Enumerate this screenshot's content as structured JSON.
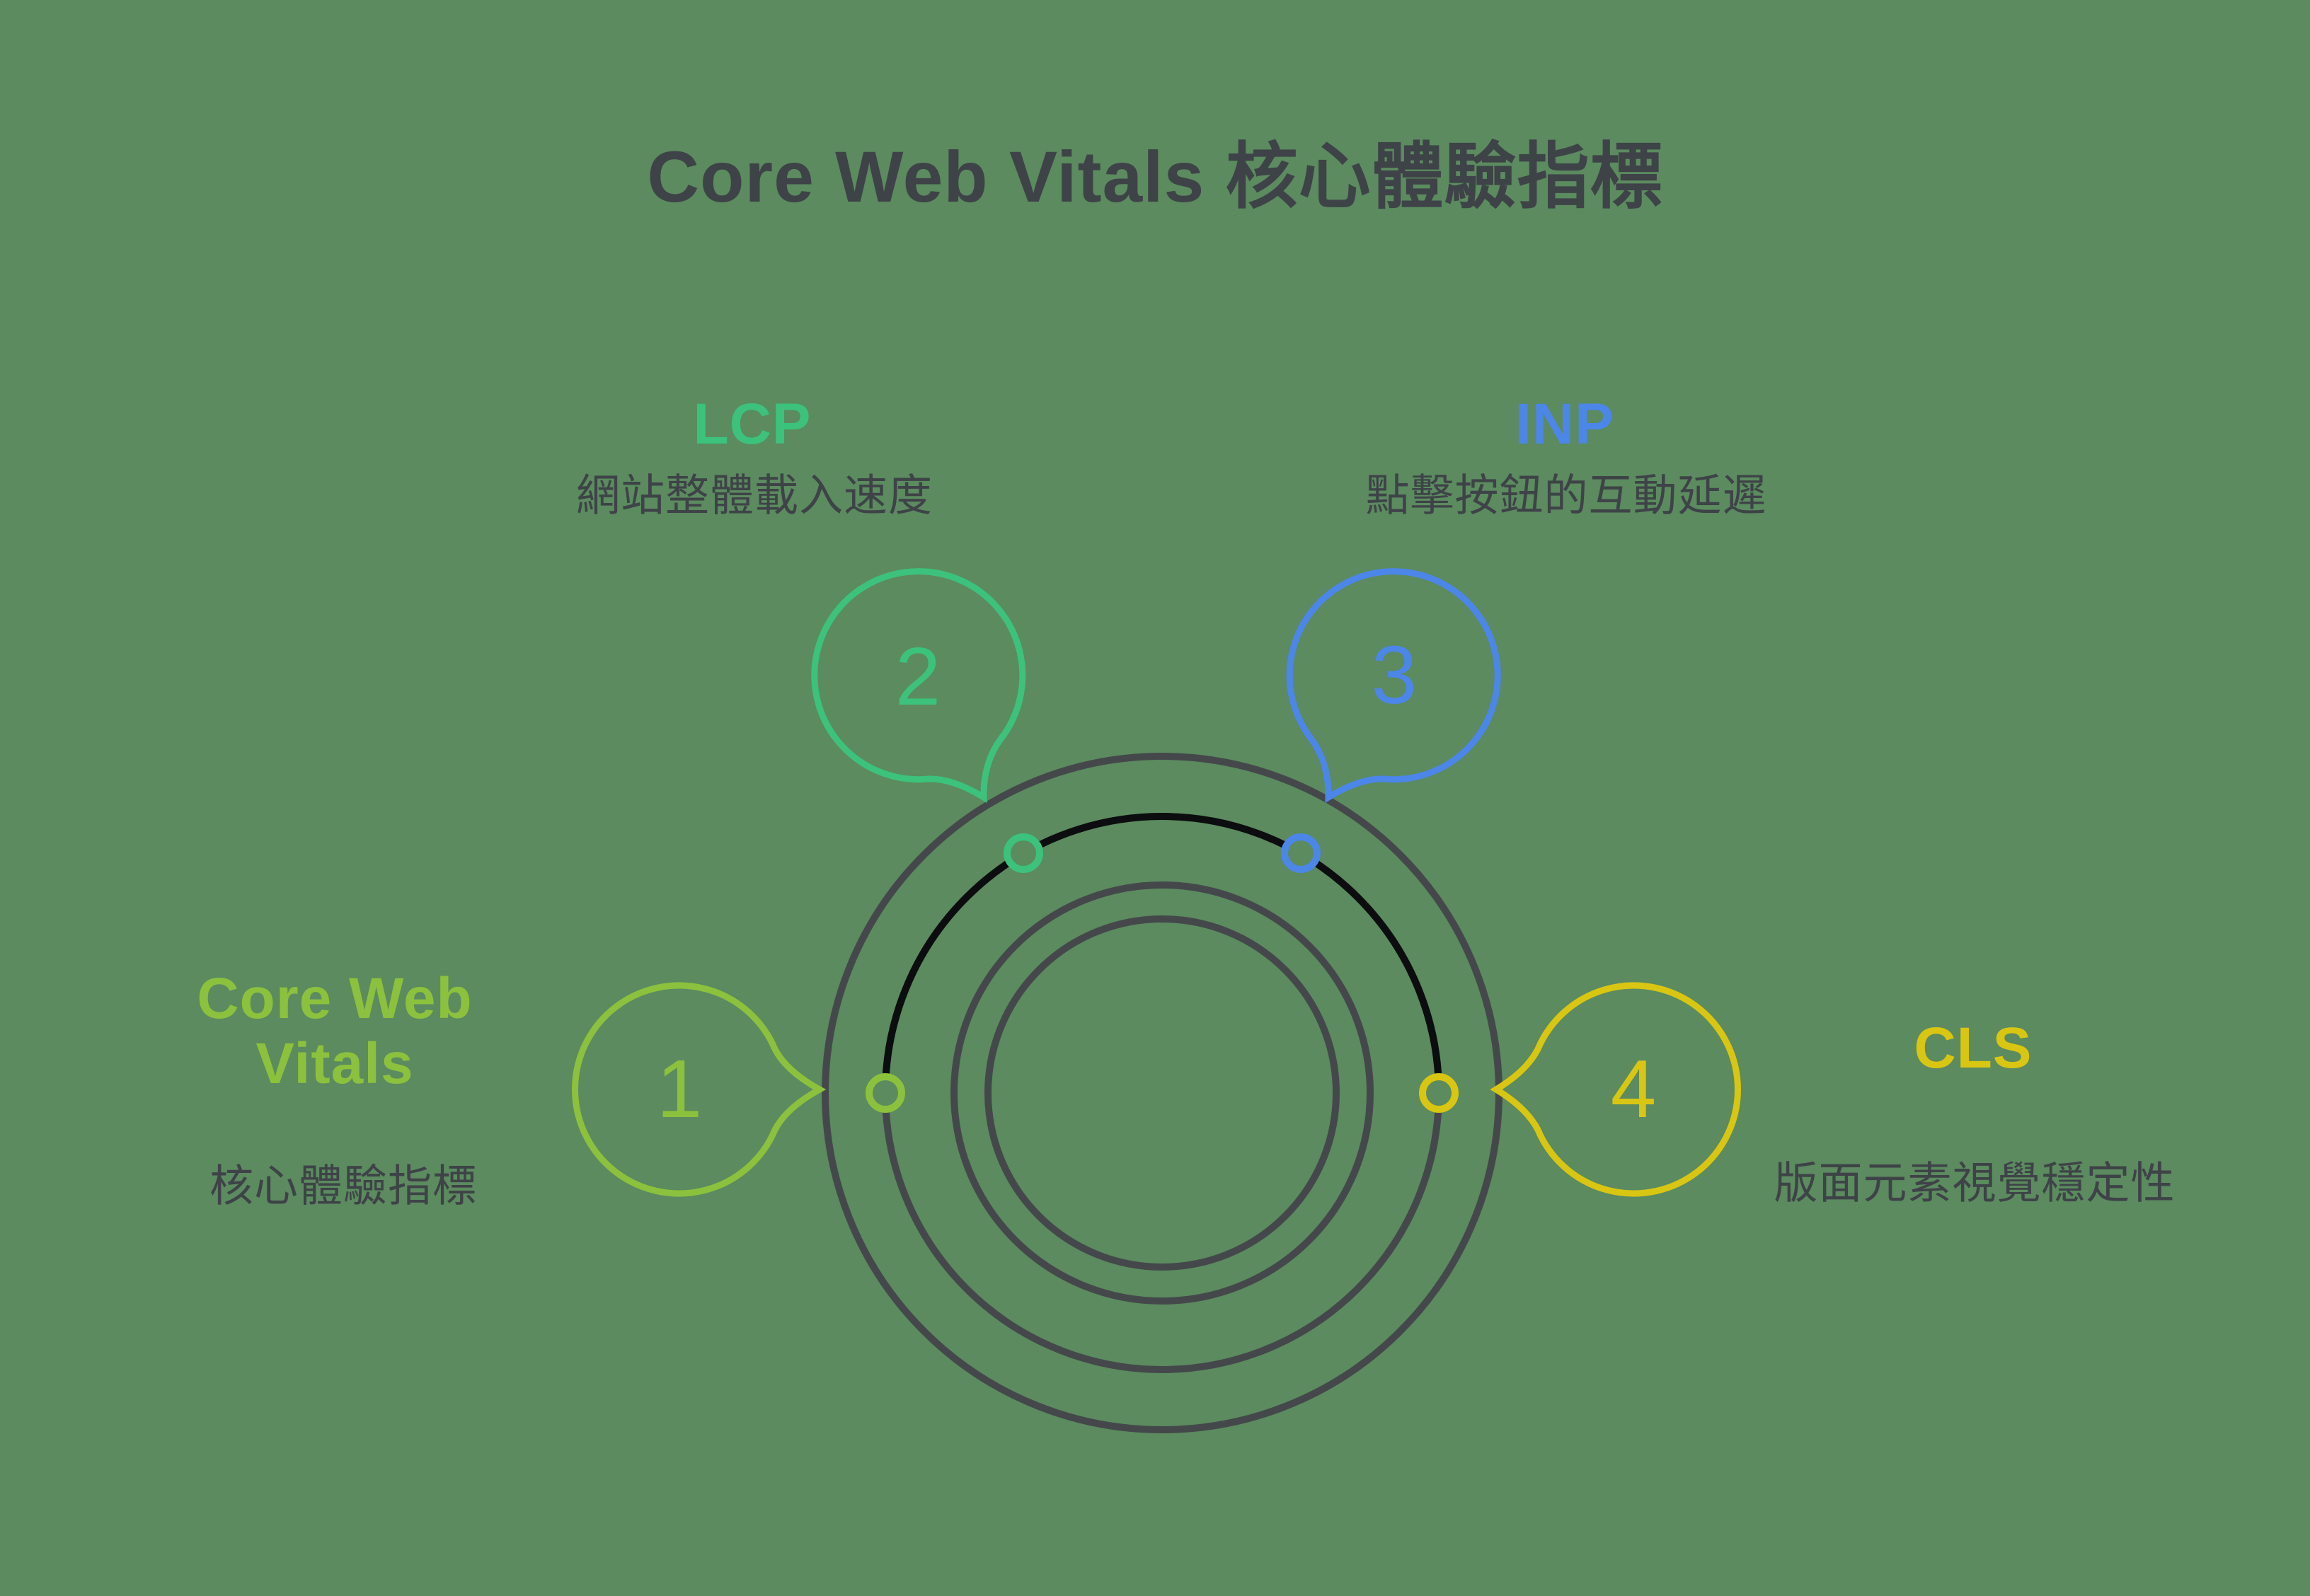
{
  "background_color": "#5b8b5f",
  "title": {
    "text": "Core Web Vitals 核心體驗指標",
    "color": "#3e4347"
  },
  "items": [
    {
      "number": "1",
      "code": "Core Web Vitals",
      "description": "核心體驗指標",
      "color": "#8cc13d"
    },
    {
      "number": "2",
      "code": "LCP",
      "description": "網站整體載入速度",
      "color": "#3cc27c"
    },
    {
      "number": "3",
      "code": "INP",
      "description": "點擊按鈕的互動延遲",
      "color": "#4c86e8"
    },
    {
      "number": "4",
      "code": "CLS",
      "description": "版面元素視覺穩定性",
      "color": "#d9c613"
    }
  ],
  "diagram": {
    "ring_color": "#45484b",
    "arc_color": "#0c0d0e",
    "text_color": "#3e4347"
  }
}
